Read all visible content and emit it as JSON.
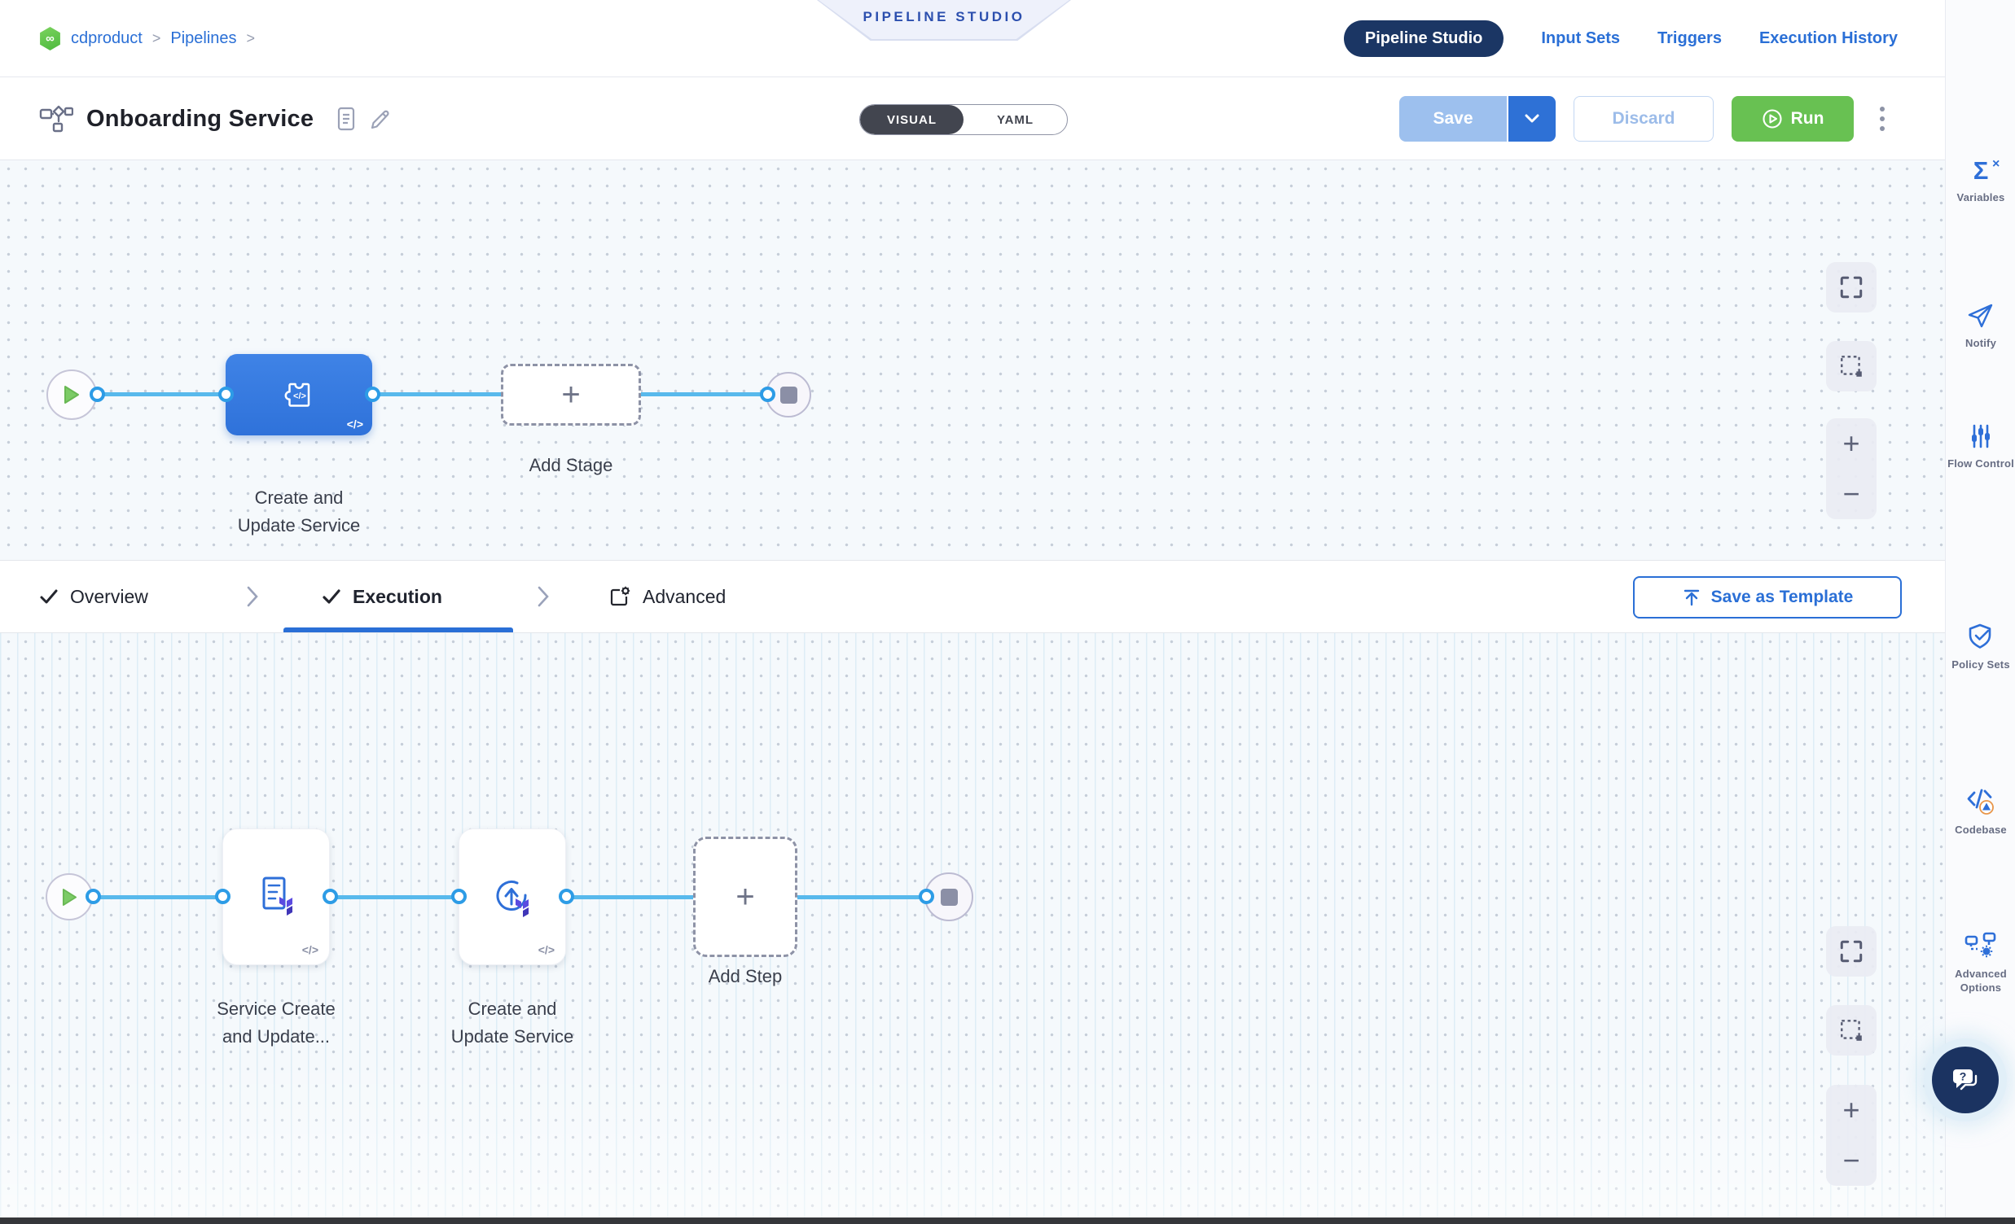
{
  "header": {
    "breadcrumb": {
      "project": "cdproduct",
      "sep1": ">",
      "section": "Pipelines",
      "sep2": ">",
      "logo_glyph": "∞"
    },
    "badge": "PIPELINE STUDIO",
    "nav": [
      {
        "label": "Pipeline Studio",
        "active": true
      },
      {
        "label": "Input Sets"
      },
      {
        "label": "Triggers"
      },
      {
        "label": "Execution History"
      }
    ]
  },
  "toolbar": {
    "title": "Onboarding Service",
    "mode_visual": "VISUAL",
    "mode_yaml": "YAML",
    "selected_mode": "VISUAL",
    "save": "Save",
    "discard": "Discard",
    "run": "Run"
  },
  "stage_canvas": {
    "stage_label": "Create and Update Service",
    "add_stage": "Add Stage",
    "code_badge": "</>"
  },
  "tab_bar": {
    "overview": "Overview",
    "execution": "Execution",
    "advanced": "Advanced",
    "active_tab": "Execution",
    "save_as_template": "Save as Template"
  },
  "step_canvas": {
    "step1_label": "Service Create and Update...",
    "step2_label": "Create and Update Service",
    "add_step": "Add Step",
    "code_badge": "</>"
  },
  "icons": {
    "plus": "+",
    "minus": "−",
    "sigma": "Σ",
    "sigma_sup": "×"
  },
  "sidebar": {
    "items": [
      {
        "label": "Variables",
        "icon": "sigma-x-icon"
      },
      {
        "label": "Notify",
        "icon": "paper-plane-icon"
      },
      {
        "label": "Flow Control",
        "icon": "sliders-icon"
      },
      {
        "label": "Policy Sets",
        "icon": "shield-check-icon"
      },
      {
        "label": "Codebase",
        "icon": "code-warning-icon"
      },
      {
        "label": "Advanced Options",
        "icon": "flowchart-gear-icon"
      }
    ],
    "help_icon": "chat-question-icon"
  },
  "colors": {
    "accent_blue": "#2a6fd6",
    "navy": "#1b3664",
    "stage_blue": "#3b7de2",
    "connector_blue": "#58b9ec",
    "run_green": "#68c152",
    "canvas_bg": "#f5f9fc"
  }
}
